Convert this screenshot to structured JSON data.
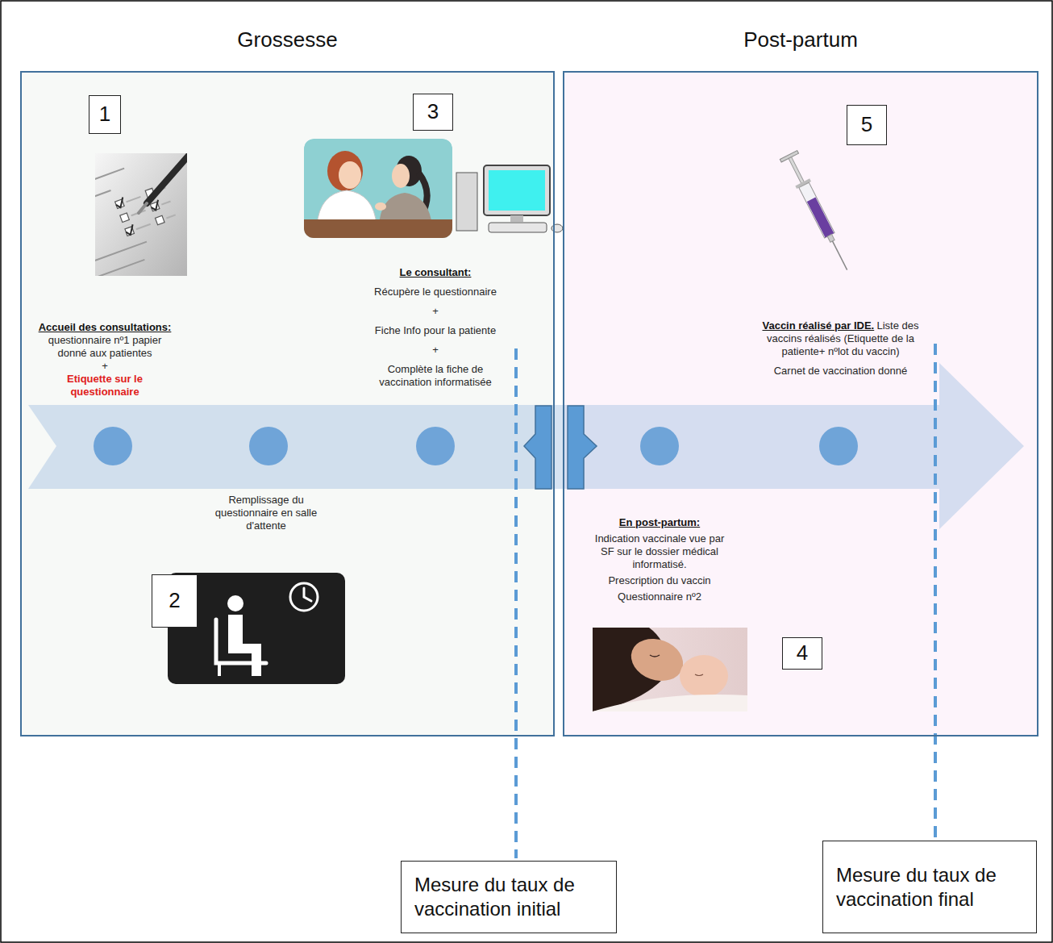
{
  "diagram": {
    "nodes": [
      {
        "text": [
          "Grossesse"
        ]
      },
      {
        "text": [
          "1"
        ],
        "in": 0
      },
      {
        "text": [
          "2"
        ],
        "in": 0
      },
      {
        "text": [
          "3"
        ],
        "in": 0
      },
      {
        "text": [
          "Post-partum"
        ]
      },
      {
        "text": [
          "4"
        ],
        "in": 4
      },
      {
        "text": [
          "5"
        ],
        "in": 4
      },
      {
        "text": [
          "Mesure du taux de vaccination initial"
        ]
      },
      {
        "text": [
          "Mesure du taux de vaccination final"
        ]
      }
    ],
    "labels": [
      "Accueil des consultations:",
      "questionnaire nº1 papier donné aux patientes",
      "+",
      "Etiquette sur le questionnaire",
      "Remplissage du questionnaire en salle d'attente",
      "Le consultant:",
      "Récupère le questionnaire",
      "+",
      "Fiche Info pour la patiente",
      "+",
      "Complète la fiche de vaccination informatisée",
      "En post-partum:",
      "Indication vaccinale vue par SF sur le dossier médical informatisé.",
      "Prescription du vaccin",
      "Questionnaire nº2",
      "Vaccin réalisé par IDE.",
      "Liste des vaccins réalisés (Etiquette de la patiente+ nºlot du vaccin)",
      "Carnet de vaccination donné"
    ]
  }
}
